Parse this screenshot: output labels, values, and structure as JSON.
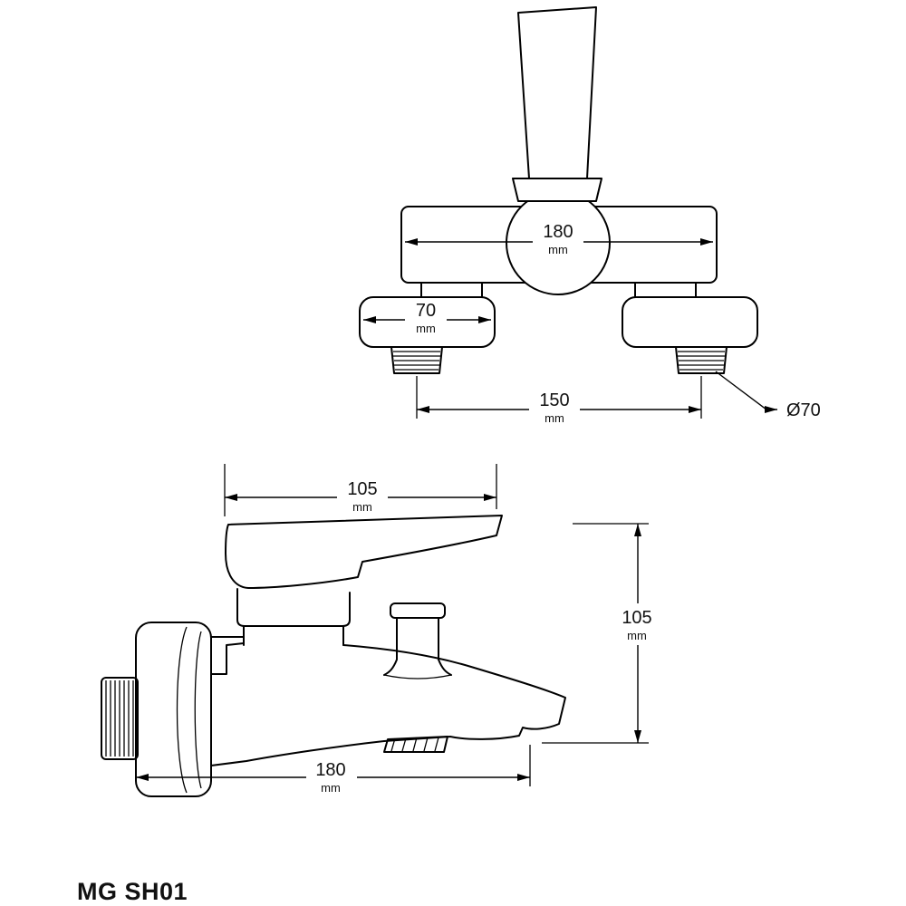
{
  "drawing": {
    "model": "MG SH01",
    "front_view": {
      "body_width_value": "180",
      "body_width_unit": "mm",
      "flange_width_value": "70",
      "flange_width_unit": "mm",
      "inlet_spacing_value": "150",
      "inlet_spacing_unit": "mm",
      "connector_diameter_label": "Ø70"
    },
    "side_view": {
      "handle_length_value": "105",
      "handle_length_unit": "mm",
      "height_value": "105",
      "height_unit": "mm",
      "depth_value": "180",
      "depth_unit": "mm"
    }
  }
}
